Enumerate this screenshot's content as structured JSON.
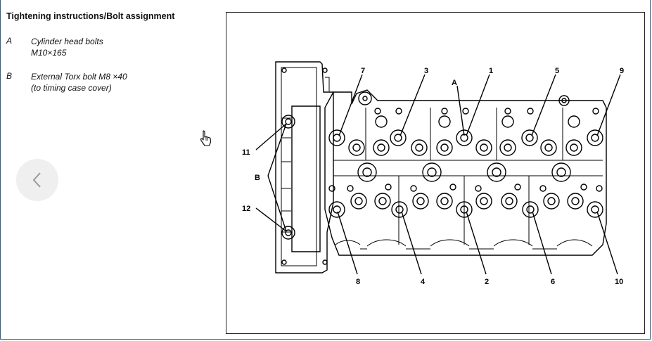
{
  "doc": {
    "title": "Tightening instructions/Bolt assignment",
    "legend": [
      {
        "key": "A",
        "line1": "Cylinder head bolts",
        "line2": "M10×165"
      },
      {
        "key": "B",
        "line1": "External Torx bolt M8  ×40",
        "line2": "(to timing case cover)"
      }
    ]
  },
  "figure": {
    "callouts": {
      "n7": "7",
      "n3": "3",
      "n1": "1",
      "n5": "5",
      "n9": "9",
      "n11": "11",
      "n12": "12",
      "n8": "8",
      "n4": "4",
      "n2": "2",
      "n6": "6",
      "n10": "10",
      "labelA": "A",
      "labelB": "B"
    }
  },
  "icons": {
    "back": "chevron-left-icon",
    "cursor": "hand-pointer-icon"
  },
  "colors": {
    "frame": "#3f5a74",
    "nav_bg": "#efefef",
    "chevron": "#9a9a9a"
  }
}
